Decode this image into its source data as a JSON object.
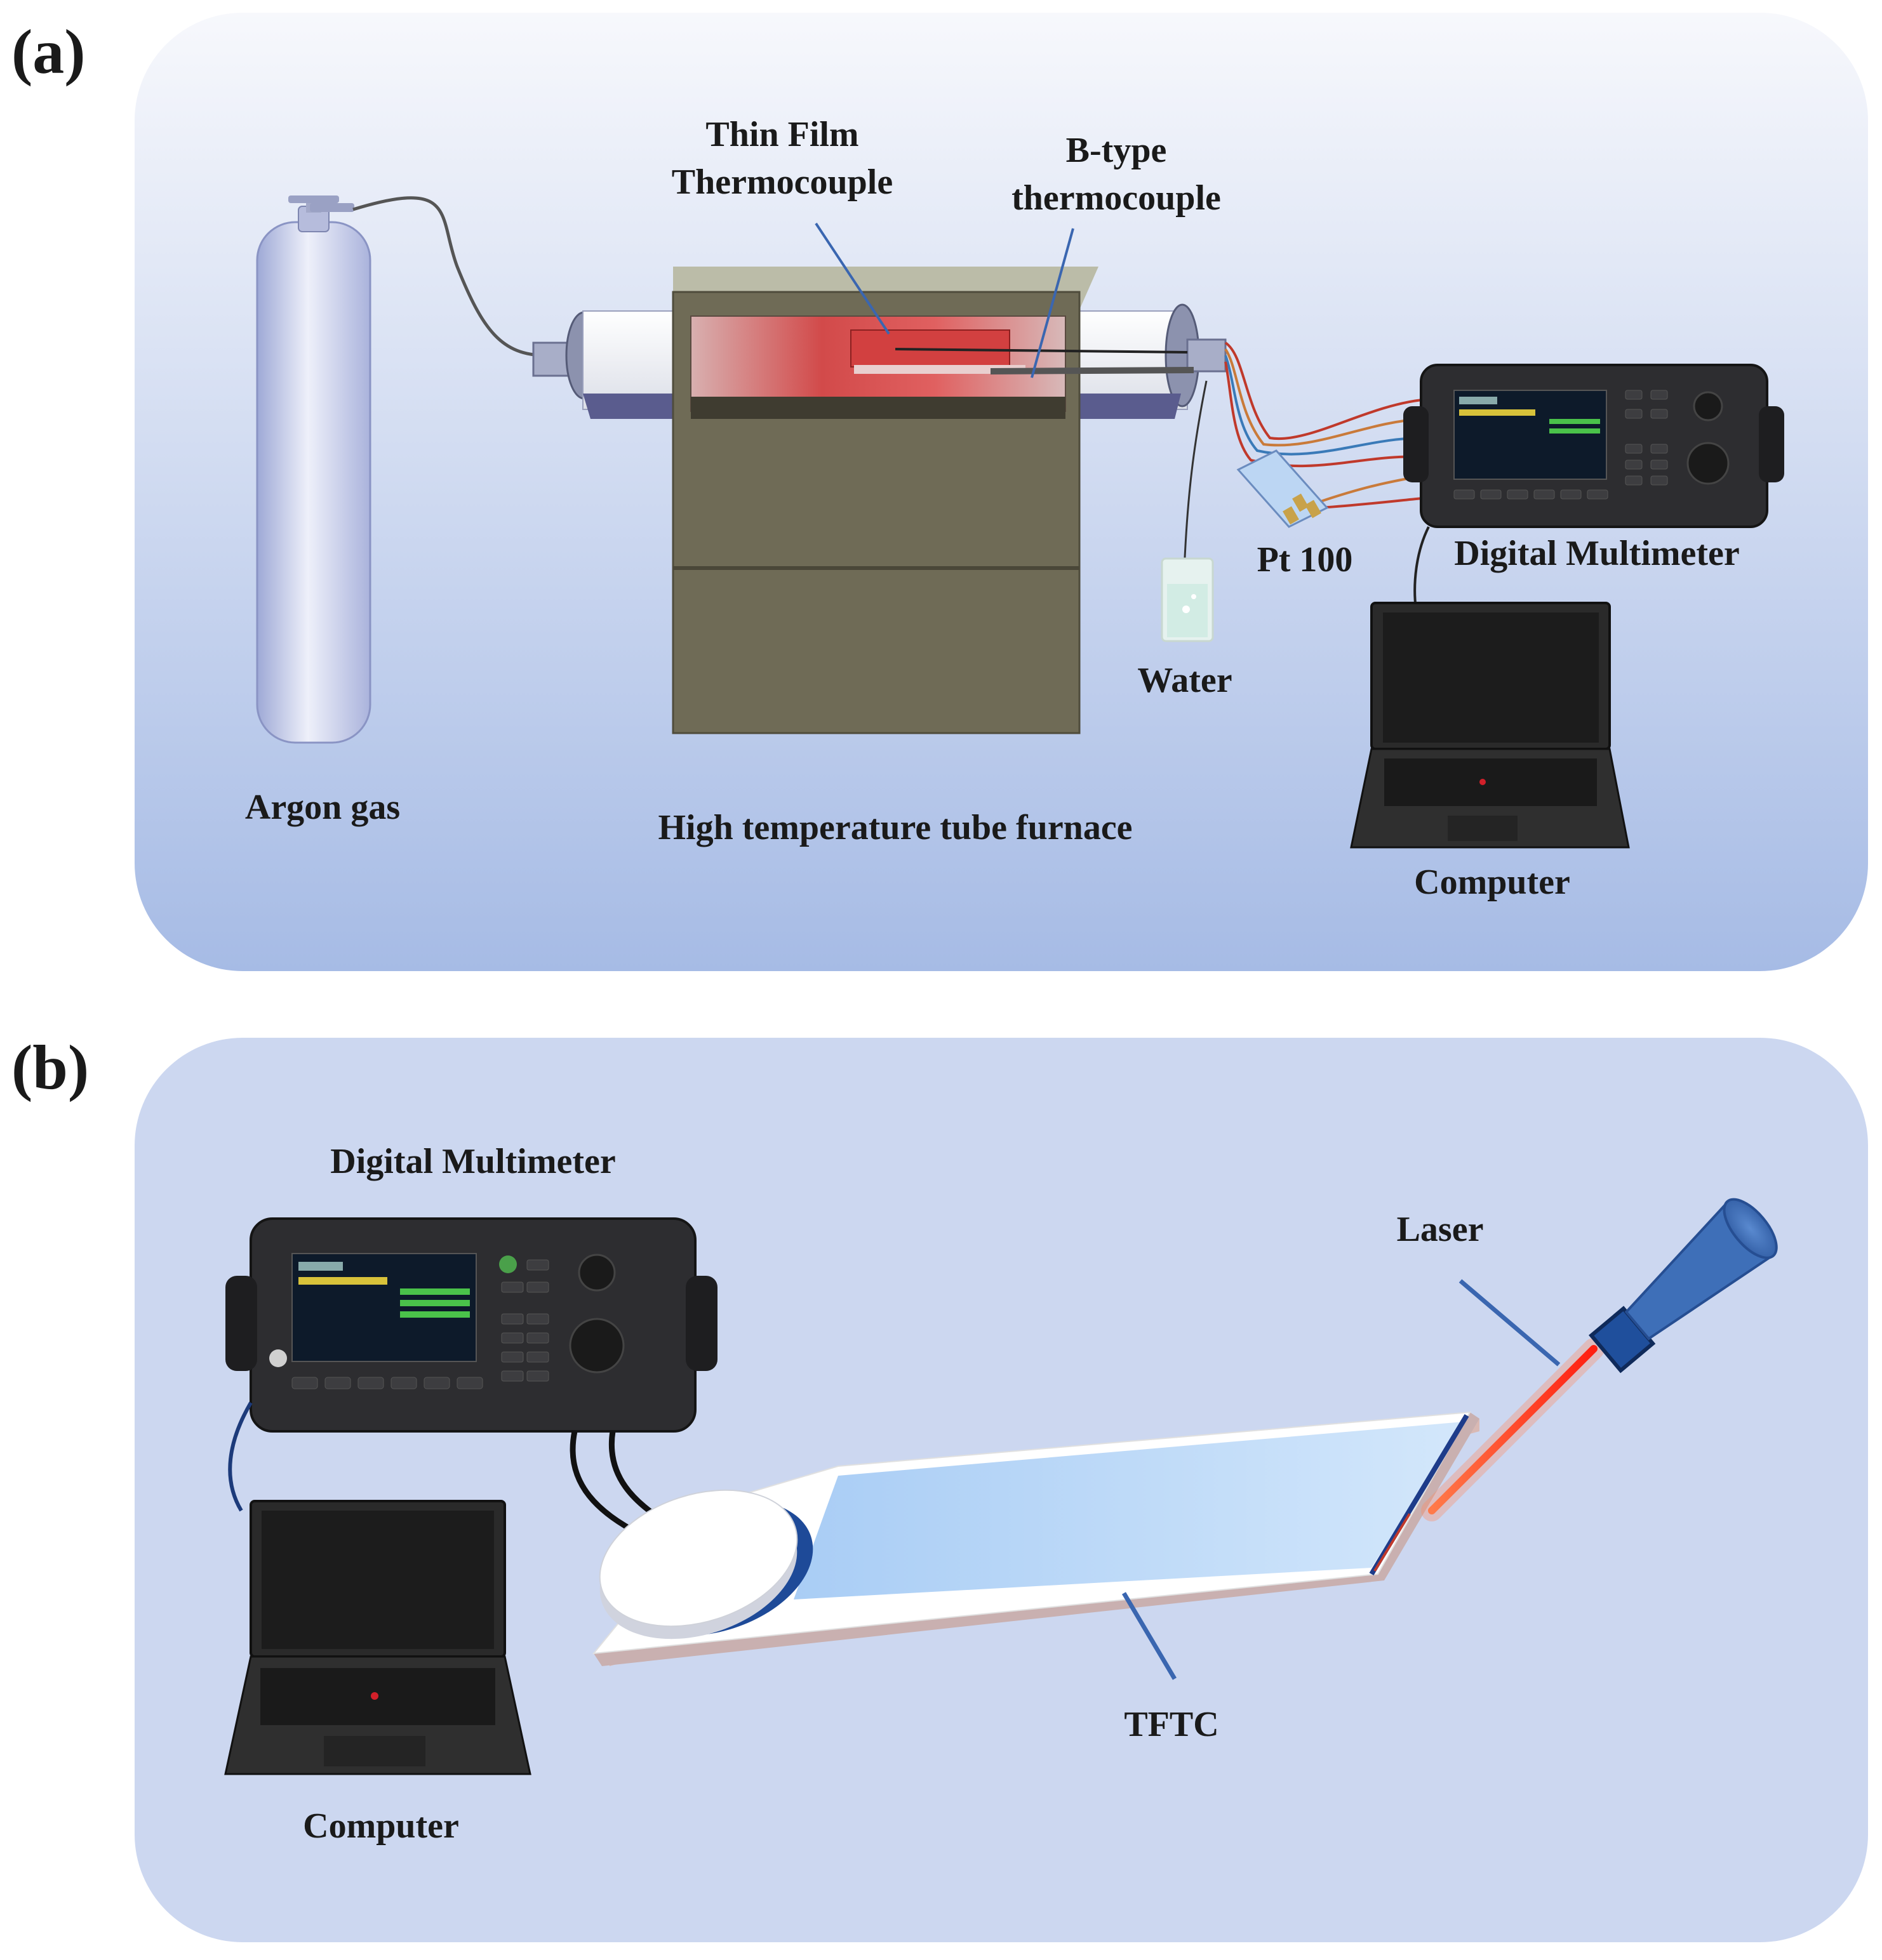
{
  "panel_a": {
    "tag": "(a)",
    "labels": {
      "thin_film_line1": "Thin Film",
      "thin_film_line2": "Thermocouple",
      "btype_line1": "B-type",
      "btype_line2": "thermocouple",
      "argon": "Argon gas",
      "furnace": "High temperature tube furnace",
      "water": "Water",
      "pt100": "Pt 100",
      "multimeter": "Digital Multimeter",
      "computer": "Computer"
    }
  },
  "panel_b": {
    "tag": "(b)",
    "labels": {
      "multimeter": "Digital Multimeter",
      "laser": "Laser",
      "tftc": "TFTC",
      "computer": "Computer"
    }
  },
  "colors": {
    "panel_bg_top": "#f2f4fb",
    "panel_bg_bottom": "#a9bde6",
    "panel_b_bg": "#ccd7f0",
    "furnace": "#6e6a55",
    "hot_zone": "#c94a4a",
    "laser_body": "#3e6fb8",
    "laser_beam": "#ff2a1a",
    "tftc_film": "#bcd9f7",
    "leader_line": "#3a66b0"
  }
}
